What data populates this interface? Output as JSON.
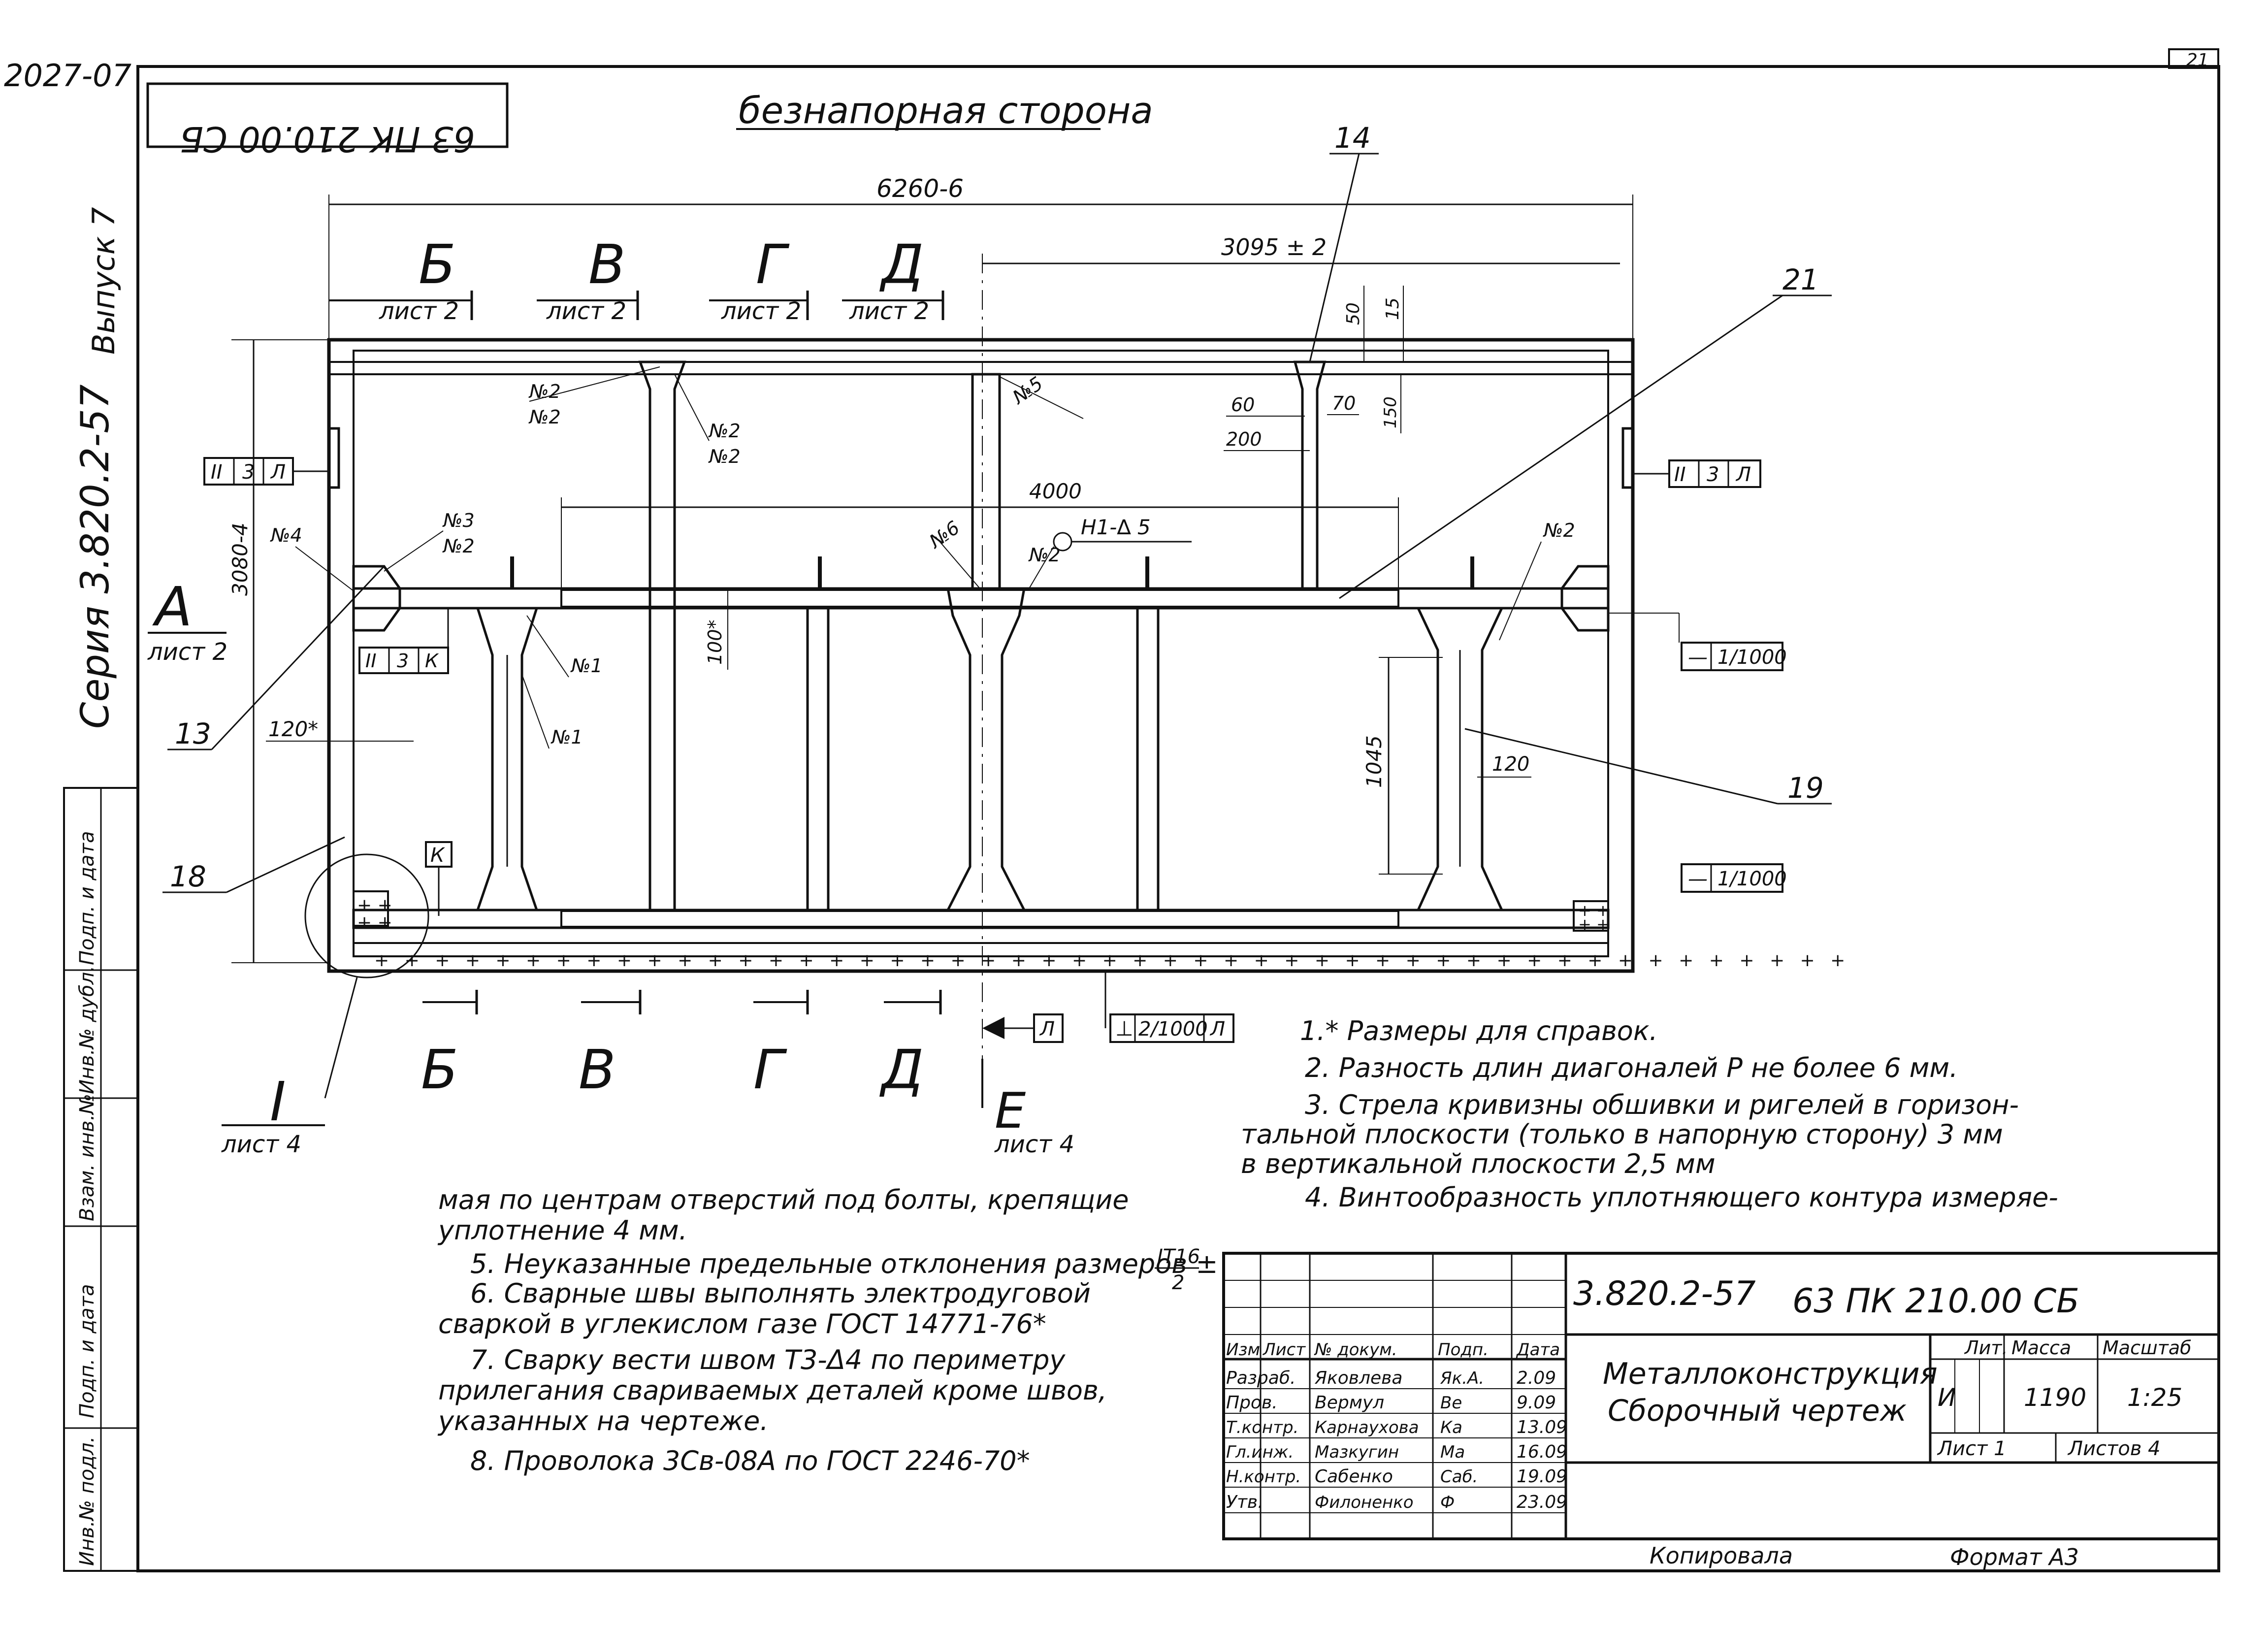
{
  "drawing": {
    "archive_number": "2027-07",
    "sheet_corner_number": "21",
    "series": "Серия 3.820.2-57",
    "issue": "Выпуск 7",
    "stamp_mirrored": "63 ПК 210.00 СБ",
    "side_title": "безнапорная сторона"
  },
  "dimensions": {
    "overall_width": "6260-6",
    "half_width": "3095 ± 2",
    "height": "3080-4",
    "span_4000": "4000",
    "d50": "50",
    "d15": "15",
    "d60": "60",
    "d70": "70",
    "d200": "200",
    "d150": "150",
    "d100": "100*",
    "d120_star": "120*",
    "d1045": "1045",
    "d120": "120"
  },
  "sections": {
    "top": [
      {
        "letter": "Б",
        "sheet": "лист 2"
      },
      {
        "letter": "В",
        "sheet": "лист 2"
      },
      {
        "letter": "Г",
        "sheet": "лист 2"
      },
      {
        "letter": "Д",
        "sheet": "лист 2"
      }
    ],
    "bottom": [
      "Б",
      "В",
      "Г",
      "Д"
    ],
    "a_letter": "А",
    "a_sheet": "лист 2",
    "e_letter": "Е",
    "e_sheet": "лист 4",
    "detail_letter": "I",
    "detail_sheet": "лист 4",
    "k_marker": "К"
  },
  "tolerances": {
    "left_frame": [
      "II",
      "3",
      "Л"
    ],
    "right_frame": [
      "II",
      "3",
      "Л"
    ],
    "left_k_frame": [
      "II",
      "3",
      "К"
    ],
    "flat1": [
      "—",
      "1/1000"
    ],
    "flat2": [
      "—",
      "1/1000"
    ],
    "perp": [
      "⊥",
      "2/1000",
      "Л"
    ],
    "leader_l": "Л",
    "weld_mark": "Н1-∆ 5"
  },
  "welds": {
    "n2a": "№2",
    "n2b": "№2",
    "n2c": "№2",
    "n2d": "№2",
    "n5": "№5",
    "n6": "№6",
    "n2e": "№2",
    "n3": "№3",
    "n2f": "№2",
    "n4": "№4",
    "n1a": "№1",
    "n1b": "№1",
    "n2g": "№2"
  },
  "positions": {
    "p14": "14",
    "p21": "21",
    "p13": "13",
    "p18": "18",
    "p19": "19"
  },
  "notes_right": [
    "1.* Размеры для справок.",
    "2. Разность длин диагоналей Р не более 6 мм.",
    "3. Стрела кривизны обшивки и ригелей в горизон-",
    "тальной плоскости (только в напорную сторону) 3 мм",
    "в вертикальной плоскости 2,5 мм",
    "4. Винтообразность уплотняющего контура измеряе-"
  ],
  "notes_left": [
    "мая по центрам отверстий под болты, крепящие",
    "уплотнение 4 мм.",
    "5. Неуказанные предельные отклонения размеров ±",
    "6. Сварные швы выполнять электродуговой",
    "сваркой в углекислом газе ГОСТ 14771-76*",
    "7. Сварку вести швом Т3-Δ4 по периметру",
    "прилегания свариваемых деталей кроме швов,",
    "указанных на чертеже.",
    "8. Проволока 3Св-08А по ГОСТ 2246-70*"
  ],
  "note5_fraction": {
    "num": "IT16",
    "den": "2"
  },
  "title_block": {
    "doc_code": "3.820.2-57",
    "designation": "63 ПК 210.00 СБ",
    "name_line1": "Металлоконструкция",
    "name_line2": "Сборочный чертеж",
    "col_headers": [
      "Изм",
      "Лист",
      "№ докум.",
      "Подп.",
      "Дата"
    ],
    "staff": [
      {
        "role": "Разраб.",
        "name": "Яковлева",
        "sign": "Як.А.",
        "date": "2.09"
      },
      {
        "role": "Пров.",
        "name": "Вермул",
        "sign": "Ве",
        "date": "9.09"
      },
      {
        "role": "Т.контр.",
        "name": "Карнаухова",
        "sign": "Ка",
        "date": "13.09"
      },
      {
        "role": "Гл.инж.",
        "name": "Мазкугин",
        "sign": "Ма",
        "date": "16.09"
      },
      {
        "role": "Н.контр.",
        "name": "Сабенко",
        "sign": "Саб.",
        "date": "19.09"
      },
      {
        "role": "Утв.",
        "name": "Филоненко",
        "sign": "Ф",
        "date": "23.09"
      }
    ],
    "lit_label": "Лит.",
    "mass_label": "Масса",
    "scale_label": "Масштаб",
    "lit": "И",
    "mass": "1190",
    "scale": "1:25",
    "sheet": "Лист 1",
    "sheets_total": "Листов 4",
    "copied": "Копировала",
    "format": "Формат А3"
  },
  "side_columns": [
    "Инв.№ подл.",
    "Подп. и дата",
    "Взам. инв.№",
    "Инв.№ дубл.",
    "Подп. и дата"
  ]
}
